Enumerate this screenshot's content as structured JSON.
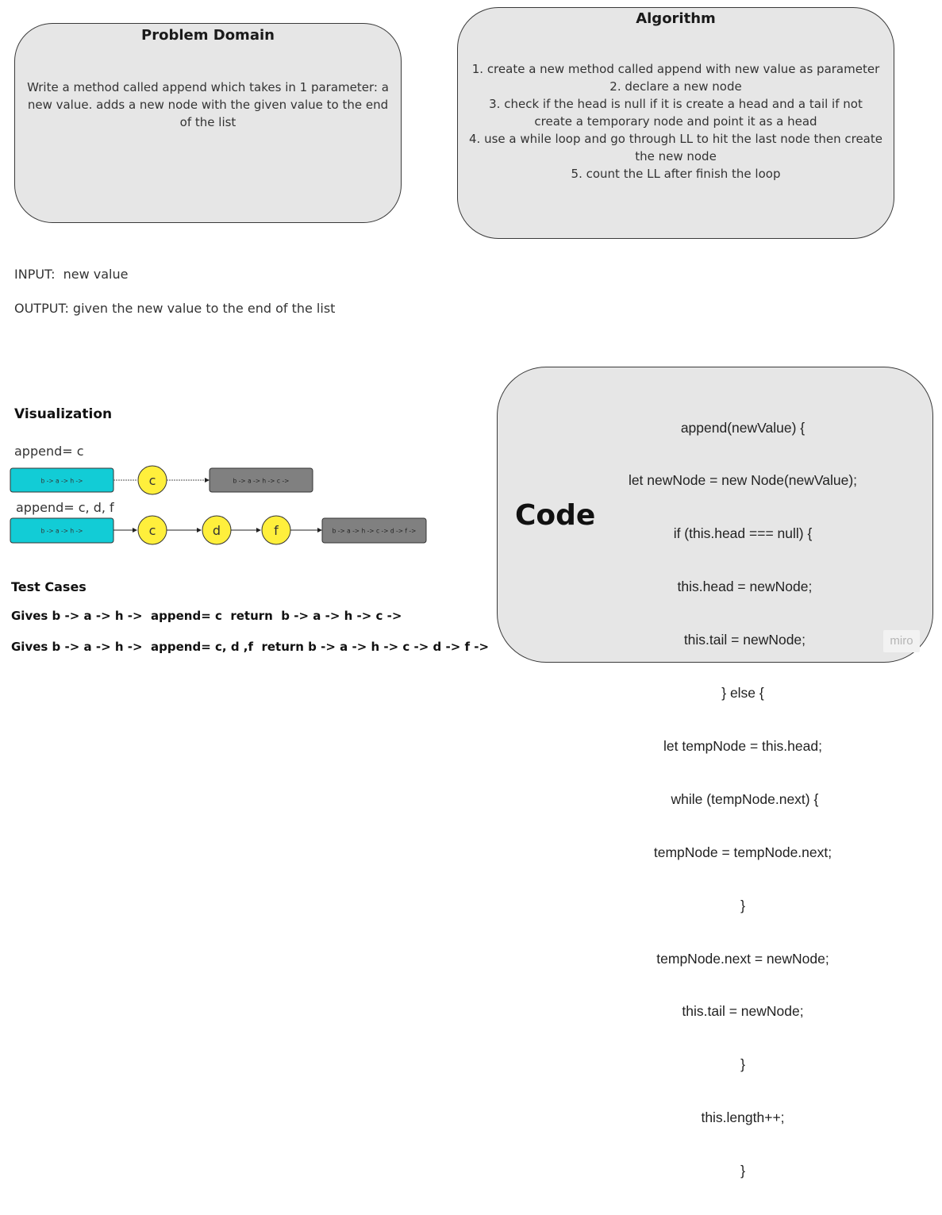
{
  "problem_domain": {
    "title": "Problem Domain",
    "body": "Write a method called append which takes in 1 parameter: a new value. adds a new node with the given value to the end of the list"
  },
  "algorithm": {
    "title": "Algorithm",
    "steps": [
      "1. create a new method called append with new value as parameter",
      "2. declare a new node",
      "3. check if the head is null if it is create a head and a tail if not create a temporary node and point it as a head",
      "4. use a while loop and go through LL to hit the last node then create the new node",
      "5. count the LL after finish the loop"
    ]
  },
  "io": {
    "input": "INPUT:  new value",
    "output": "OUTPUT: given the new value to the end of the list"
  },
  "visualization": {
    "heading": "Visualization",
    "example1": {
      "label": "append= c",
      "start_list": "b -> a -> h ->",
      "nodes": [
        "c"
      ],
      "result_list": "b -> a -> h -> c ->"
    },
    "example2": {
      "label": "append= c, d, f",
      "start_list": "b -> a -> h ->",
      "nodes": [
        "c",
        "d",
        "f"
      ],
      "result_list": "b -> a -> h -> c -> d -> f ->"
    },
    "colors": {
      "start_box": "#12ccd6",
      "node": "#ffef3c",
      "result_box": "#808080"
    }
  },
  "test_cases": {
    "heading": "Test Cases",
    "case1": "Gives b -> a -> h ->  append= c  return  b -> a -> h -> c ->",
    "case2": "Gives b -> a -> h ->  append= c, d ,f  return b -> a -> h -> c -> d -> f ->"
  },
  "code": {
    "label": "Code",
    "lines": [
      "append(newValue) {",
      "let newNode = new Node(newValue);",
      "if (this.head === null) {",
      " this.head = newNode;",
      " this.tail = newNode;",
      "} else {",
      "let tempNode = this.head;",
      " while (tempNode.next) {",
      "tempNode = tempNode.next;",
      "}",
      "tempNode.next = newNode;",
      "this.tail = newNode;",
      "}",
      "this.length++;",
      "}"
    ],
    "watermark": "miro"
  }
}
